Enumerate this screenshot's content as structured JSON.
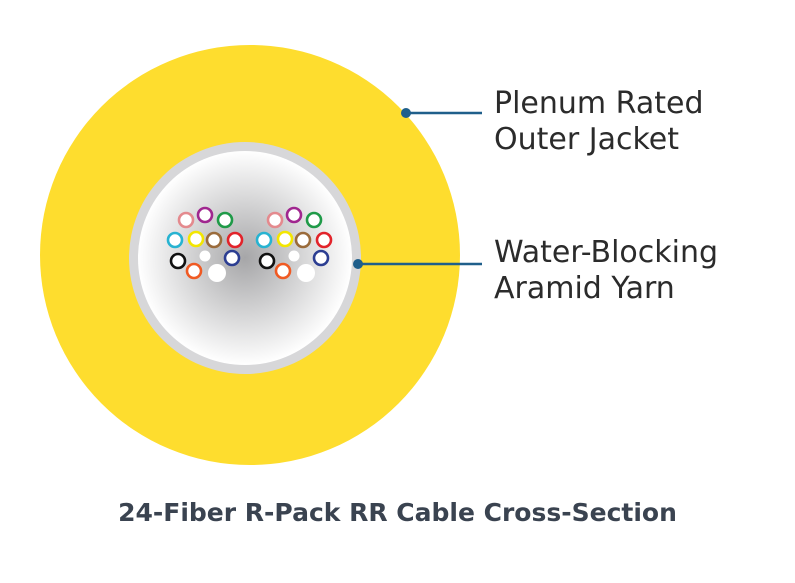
{
  "labels": {
    "jacket": {
      "line1": "Plenum Rated",
      "line2": "Outer Jacket"
    },
    "yarn": {
      "line1": "Water-Blocking",
      "line2": "Aramid Yarn"
    }
  },
  "caption": "24-Fiber R-Pack RR Cable Cross-Section",
  "colors": {
    "jacket": "#fedd2e",
    "jacket_edge": "#f2cf1f",
    "buffer_ring": "#d7d7d9",
    "core_center": "#a6a6a8",
    "core_edge": "#ffffff",
    "leader": "#1f5f8b",
    "label_text": "#2b2b2b",
    "caption_text": "#3a4350"
  },
  "fiber_groups": [
    {
      "name": "group-left",
      "fibers": [
        {
          "color": "#e48a8e",
          "kind": "ring"
        },
        {
          "color": "#a0268f",
          "kind": "ring"
        },
        {
          "color": "#1f9a48",
          "kind": "ring"
        },
        {
          "color": "#27b3d1",
          "kind": "ring"
        },
        {
          "color": "#f3e600",
          "kind": "ring"
        },
        {
          "color": "#9a6b3b",
          "kind": "ring"
        },
        {
          "color": "#e2232a",
          "kind": "ring"
        },
        {
          "color": "#111111",
          "kind": "ring"
        },
        {
          "color": "#ffffff",
          "kind": "solid"
        },
        {
          "color": "#2c3e92",
          "kind": "ring"
        },
        {
          "color": "#f05a23",
          "kind": "ring"
        },
        {
          "color": "#ffffff",
          "kind": "solid"
        }
      ]
    },
    {
      "name": "group-right",
      "fibers": [
        {
          "color": "#e48a8e",
          "kind": "ring"
        },
        {
          "color": "#a0268f",
          "kind": "ring"
        },
        {
          "color": "#1f9a48",
          "kind": "ring"
        },
        {
          "color": "#27b3d1",
          "kind": "ring"
        },
        {
          "color": "#f3e600",
          "kind": "ring"
        },
        {
          "color": "#9a6b3b",
          "kind": "ring"
        },
        {
          "color": "#e2232a",
          "kind": "ring"
        },
        {
          "color": "#111111",
          "kind": "ring"
        },
        {
          "color": "#ffffff",
          "kind": "solid"
        },
        {
          "color": "#2c3e92",
          "kind": "ring"
        },
        {
          "color": "#f05a23",
          "kind": "ring"
        },
        {
          "color": "#ffffff",
          "kind": "solid"
        }
      ]
    }
  ]
}
